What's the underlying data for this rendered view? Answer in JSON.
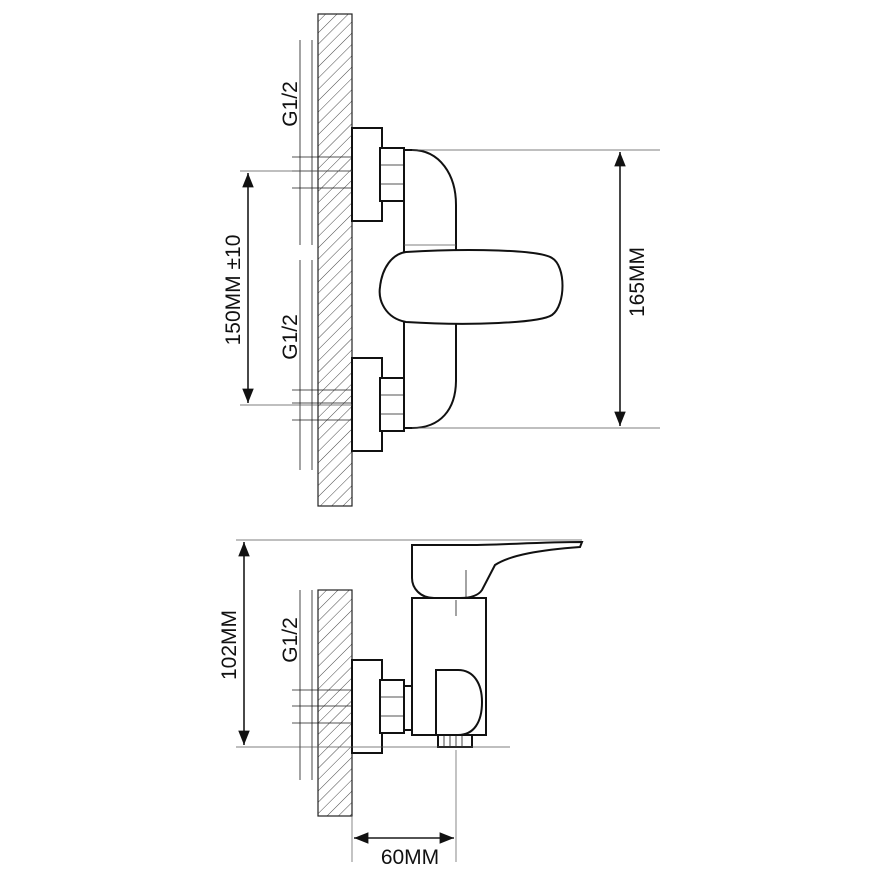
{
  "labels": {
    "thread_top": "G1/2",
    "thread_middle": "G1/2",
    "thread_side": "G1/2",
    "spacing": "150MM ±10",
    "height": "165MM",
    "depth": "102MM",
    "projection": "60MM"
  }
}
